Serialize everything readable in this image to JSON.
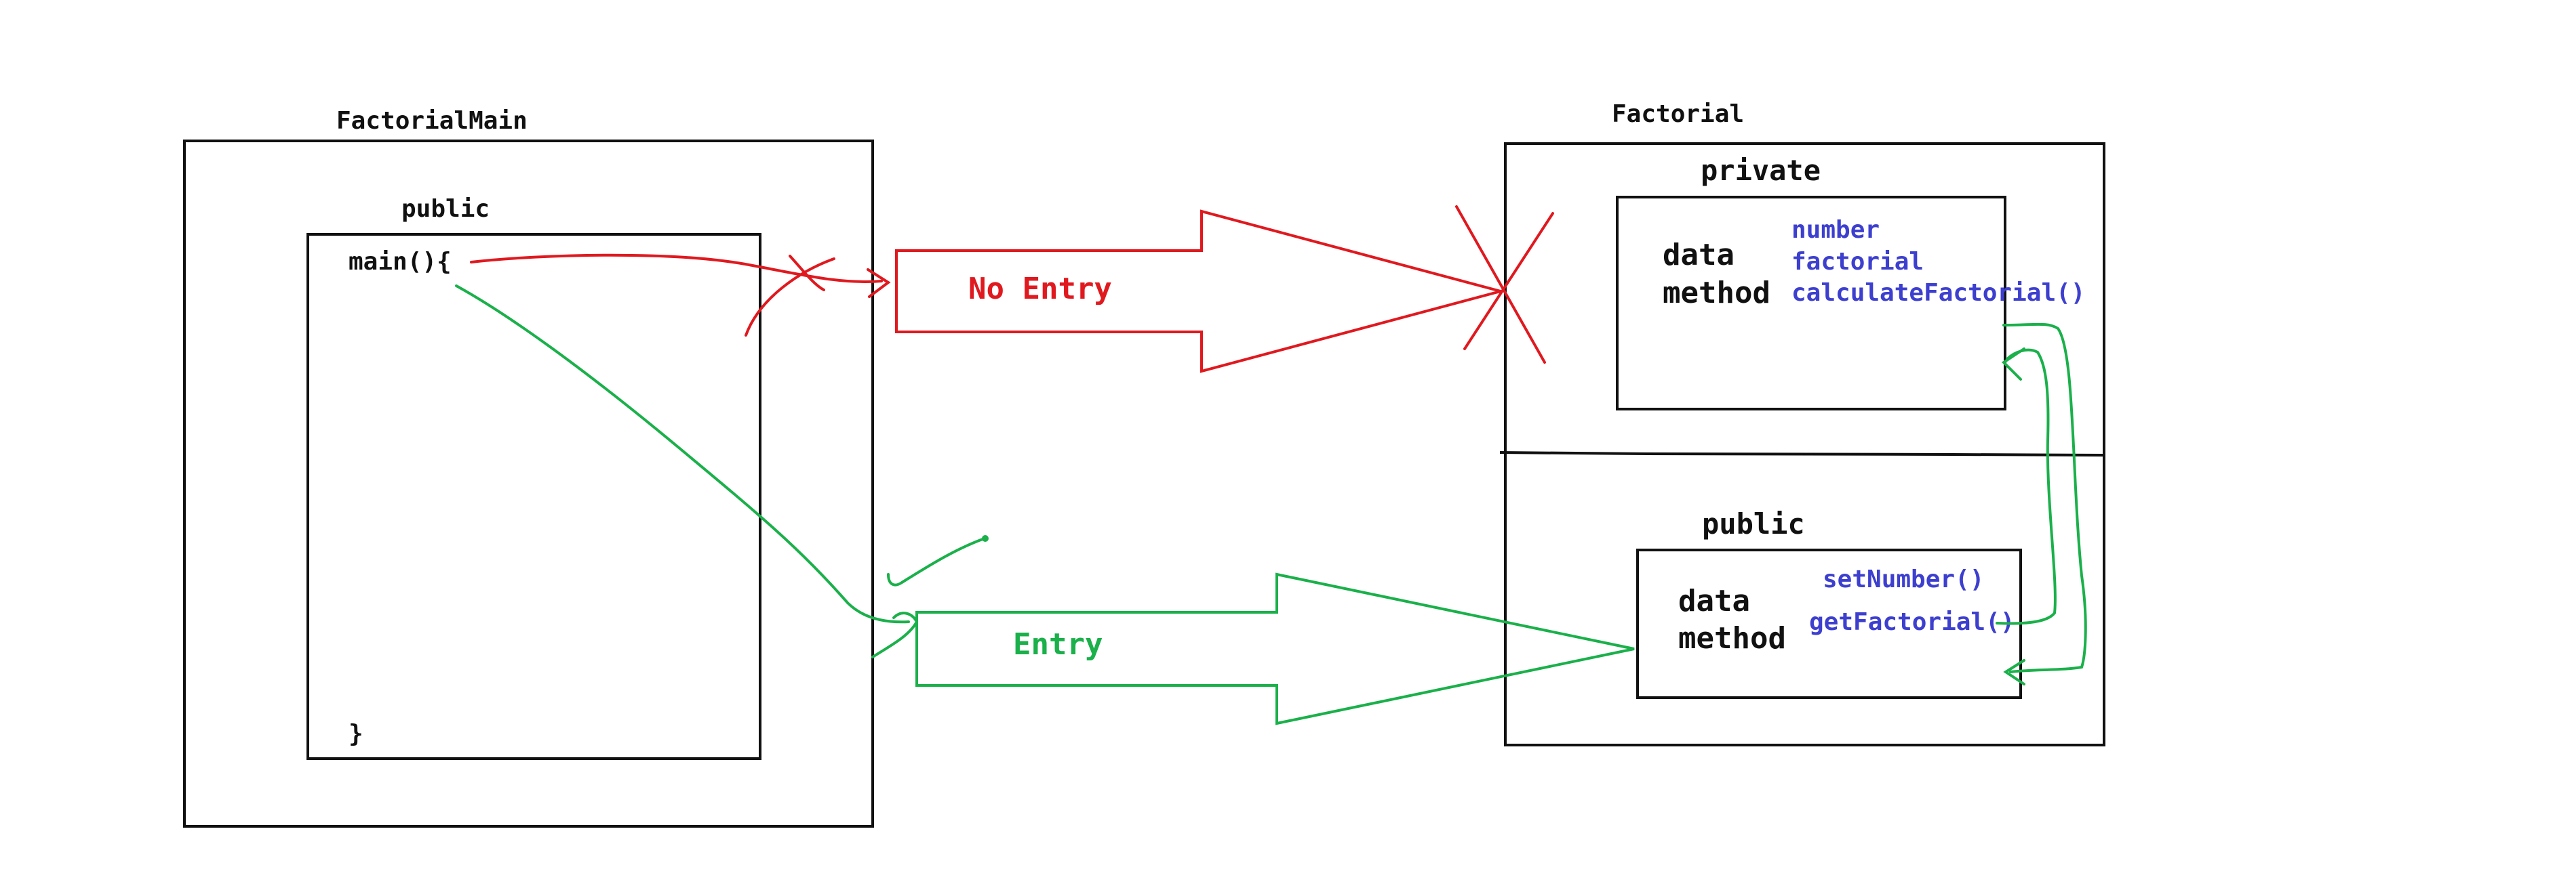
{
  "colors": {
    "box": "#111111",
    "no_entry": "#e0191f",
    "entry": "#1ab04a",
    "member": "#3d3fcf"
  },
  "factorial_main": {
    "title": "FactorialMain",
    "public_label": "public",
    "main_open": "main(){",
    "main_close": "}"
  },
  "factorial": {
    "title": "Factorial",
    "private_section": {
      "label": "private",
      "data_label": "data",
      "method_label": "method",
      "members": [
        "number",
        "factorial",
        "calculateFactorial()"
      ]
    },
    "public_section": {
      "label": "public",
      "data_label": "data",
      "method_label": "method",
      "members": [
        "setNumber()",
        "getFactorial()"
      ]
    }
  },
  "arrows": {
    "no_entry_label": "No Entry",
    "entry_label": "Entry"
  }
}
